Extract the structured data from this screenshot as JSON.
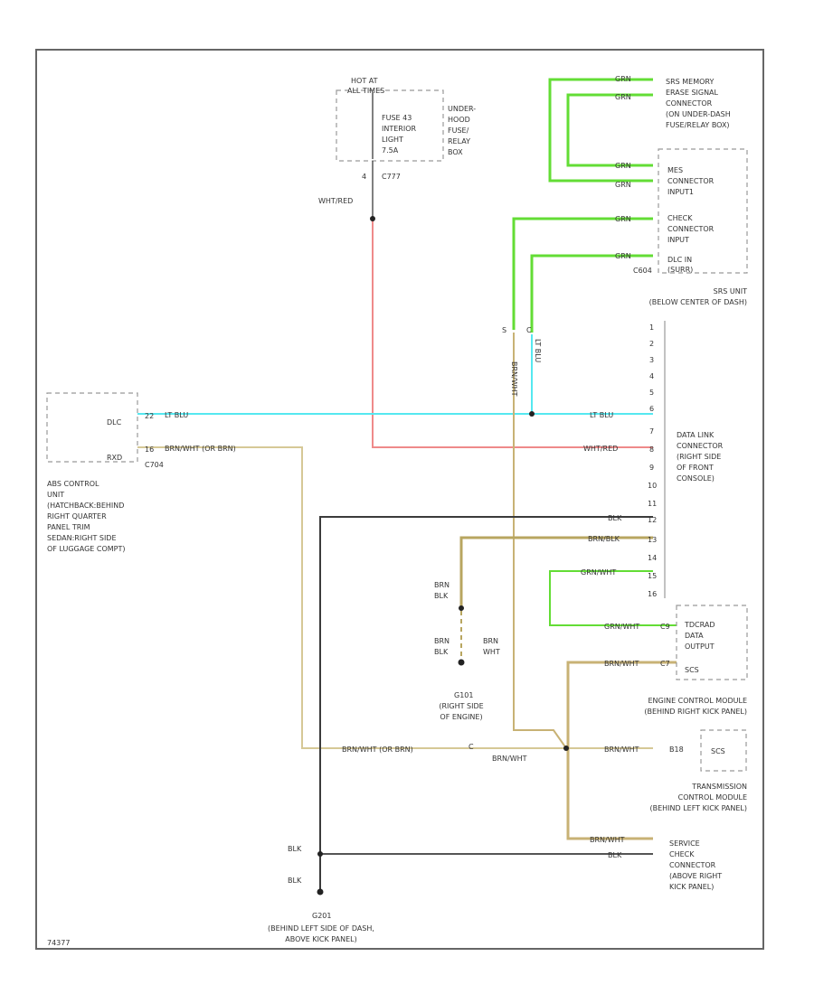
{
  "colors": {
    "frame": "#666666",
    "green": "#63dd36",
    "cyan": "#55e8f0",
    "red": "#ef8a8a",
    "tan": "#c8b274",
    "olive": "#b8a660",
    "black": "#3a3a3a",
    "dash": "#999999"
  },
  "fuse": {
    "hot": [
      "HOT AT",
      "ALL TIMES"
    ],
    "fuse_box": [
      "FUSE 43",
      "INTERIOR",
      "LIGHT",
      "7.5A"
    ],
    "box_label": [
      "UNDER-",
      "HOOD",
      "FUSE/",
      "RELAY",
      "BOX"
    ],
    "pin": "4",
    "conn": "C777",
    "wire": "WHT/RED"
  },
  "srs_mem": [
    "SRS MEMORY",
    "ERASE SIGNAL",
    "CONNECTOR",
    "(ON UNDER-DASH",
    "FUSE/RELAY BOX)"
  ],
  "srs_unit": {
    "mes": [
      "MES",
      "CONNECTOR",
      "INPUT1"
    ],
    "check": [
      "CHECK",
      "CONNECTOR",
      "INPUT"
    ],
    "dlc": [
      "DLC IN",
      "(SURR)"
    ],
    "conn": "C604",
    "title": [
      "SRS UNIT",
      "(BELOW CENTER OF DASH)"
    ]
  },
  "wires": {
    "grn": "GRN",
    "ltblu": "LT BLU",
    "brnwht": "BRN/WHT",
    "wht_red": "WHT/RED",
    "brn_blk": "BRN/BLK",
    "brnwht_or_brn": "BRN/WHT (OR BRN)",
    "blk": "BLK",
    "grnwht": "GRN/WHT",
    "brn": [
      "BRN",
      "BLK"
    ],
    "brn_wht_stack": [
      "BRN",
      "WHT"
    ]
  },
  "abs": {
    "dlc": "DLC",
    "rxd": "RXD",
    "pin22": "22",
    "pin16": "16",
    "conn": "C704",
    "title": [
      "ABS CONTROL",
      "UNIT",
      "(HATCHBACK:BEHIND",
      "RIGHT QUARTER",
      "PANEL TRIM",
      "SEDAN:RIGHT SIDE",
      "OF LUGGAGE COMPT)"
    ]
  },
  "dlc": {
    "pins": [
      "1",
      "2",
      "3",
      "4",
      "5",
      "6",
      "7",
      "8",
      "9",
      "10",
      "11",
      "12",
      "13",
      "14",
      "15",
      "16"
    ],
    "title": [
      "DATA LINK",
      "CONNECTOR",
      "(RIGHT SIDE",
      "OF FRONT",
      "CONSOLE)"
    ]
  },
  "g101": {
    "id": "G101",
    "title": [
      "(RIGHT SIDE",
      "OF ENGINE)"
    ]
  },
  "td": {
    "labels": [
      "TDCRAD",
      "DATA",
      "OUTPUT"
    ],
    "pin1": "C9",
    "pin2": "C7",
    "sub": "SCS"
  },
  "ecm": [
    "ENGINE CONTROL MODULE",
    "(BEHIND RIGHT KICK PANEL)"
  ],
  "tcm": {
    "box": "SCS",
    "pin": "B18",
    "title": [
      "TRANSMISSION",
      "CONTROL MODULE",
      "(BEHIND LEFT KICK PANEL)"
    ]
  },
  "svc": [
    "SERVICE",
    "CHECK",
    "CONNECTOR",
    "(ABOVE RIGHT",
    "KICK PANEL)"
  ],
  "g201": {
    "id": "G201",
    "title": [
      "(BEHIND LEFT SIDE OF DASH,",
      "ABOVE KICK PANEL)"
    ]
  },
  "misc": {
    "s": "S",
    "c": "C",
    "footer": "74377"
  }
}
